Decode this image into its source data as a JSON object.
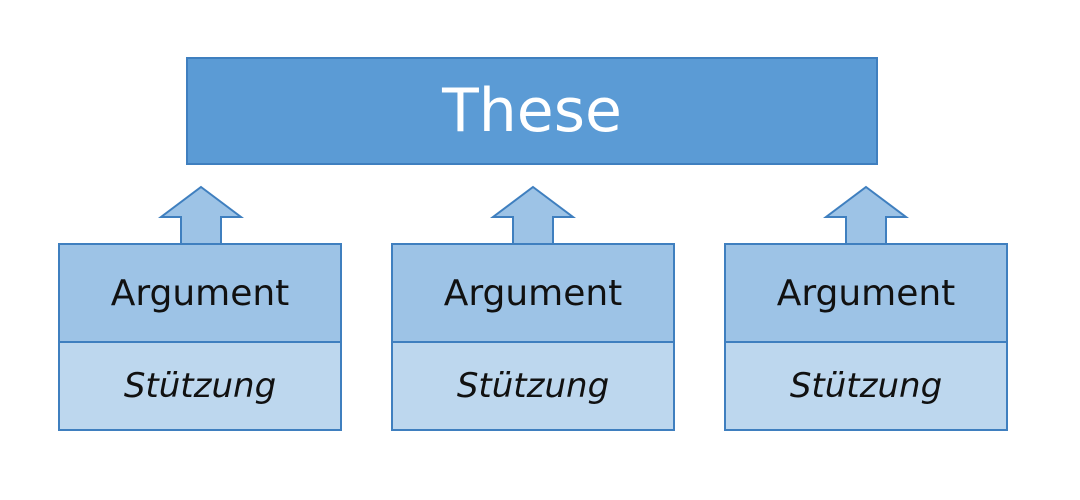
{
  "thesis": {
    "label": "These"
  },
  "arguments": [
    {
      "label": "Argument",
      "support": "Stützung"
    },
    {
      "label": "Argument",
      "support": "Stützung"
    },
    {
      "label": "Argument",
      "support": "Stützung"
    }
  ],
  "colors": {
    "thesis_fill": "#5b9bd5",
    "argument_fill": "#9dc3e6",
    "support_fill": "#bdd7ee",
    "border": "#3f7fbf",
    "thesis_text": "#ffffff",
    "argument_text": "#111111"
  }
}
